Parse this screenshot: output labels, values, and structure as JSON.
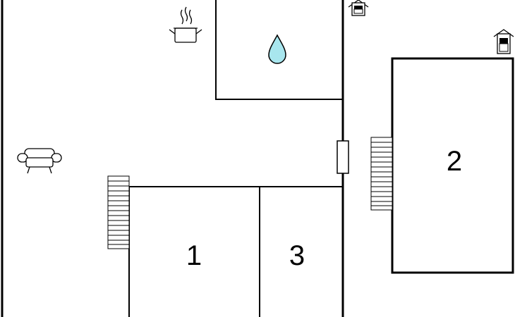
{
  "floor_plan": {
    "rooms": [
      {
        "id": "room-1",
        "label": "1"
      },
      {
        "id": "room-2",
        "label": "2"
      },
      {
        "id": "room-3",
        "label": "3"
      }
    ],
    "icons": [
      {
        "name": "cooking-pot-icon",
        "meaning": "kitchen"
      },
      {
        "name": "water-drop-icon",
        "meaning": "bathroom"
      },
      {
        "name": "sofa-icon",
        "meaning": "living room"
      },
      {
        "name": "staircase-icon",
        "meaning": "stairs"
      },
      {
        "name": "house-icon",
        "meaning": "exit"
      }
    ],
    "colors": {
      "wall": "#000000",
      "background": "#ffffff",
      "water": "#a8e6ee"
    }
  }
}
